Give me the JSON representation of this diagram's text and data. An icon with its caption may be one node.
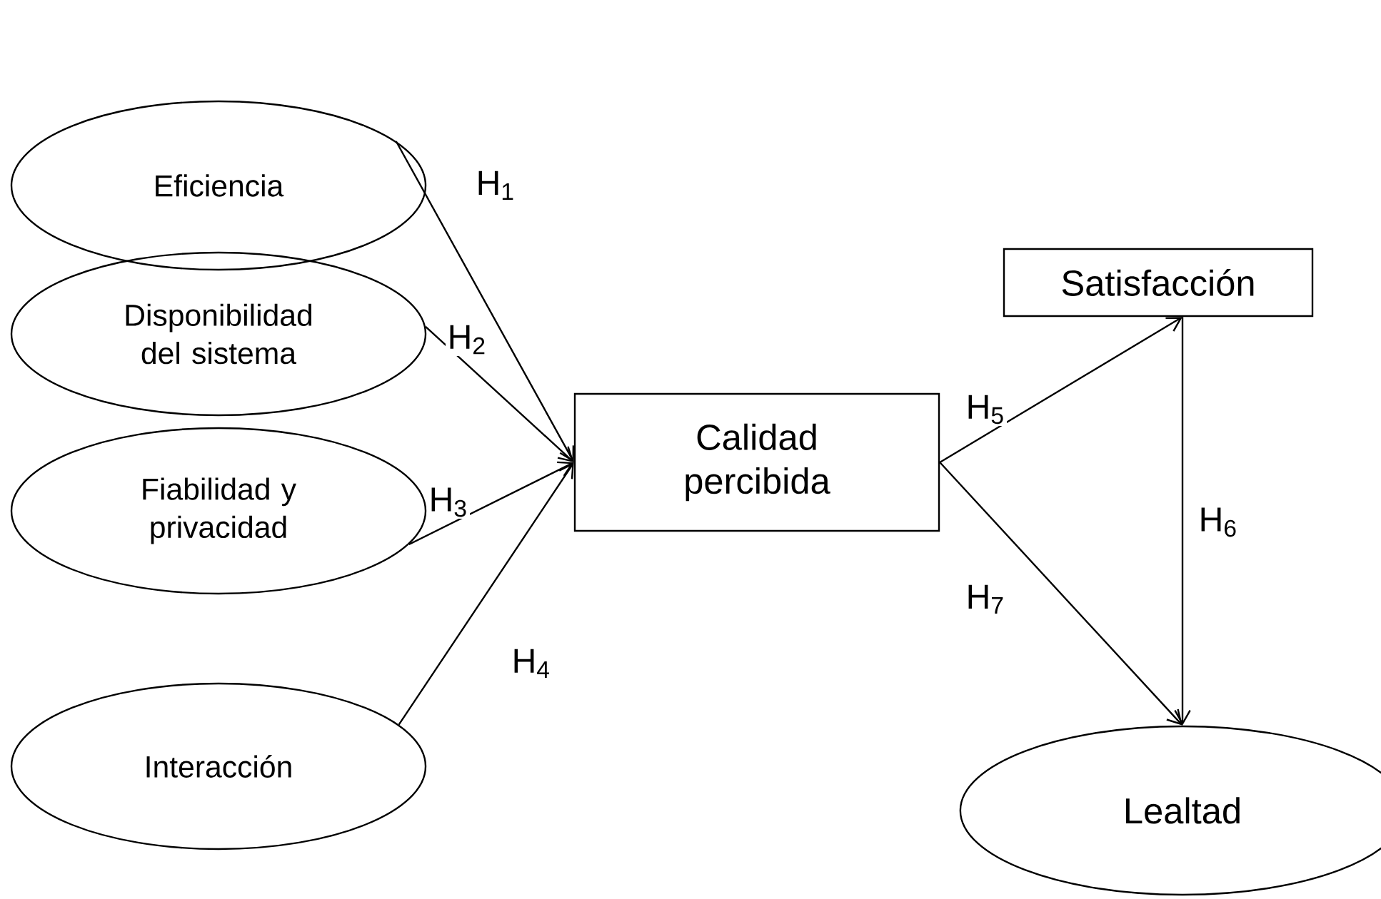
{
  "diagram": {
    "nodes": [
      {
        "text": [
          "Eficiencia"
        ]
      },
      {
        "text": [
          "Disponibilidad del sistema"
        ]
      },
      {
        "text": [
          "Fiabilidad y privacidad"
        ]
      },
      {
        "text": [
          "Interacción"
        ]
      },
      {
        "text": [
          "Calidad percibida"
        ]
      },
      {
        "text": [
          "Satisfacción"
        ]
      },
      {
        "text": [
          "Lealtad"
        ]
      }
    ],
    "edges": [
      {
        "from": 0,
        "to": 4,
        "arrow": "to",
        "label": "H$_{1}$"
      },
      {
        "from": 1,
        "to": 4,
        "arrow": "to",
        "label": "H$_{2}$"
      },
      {
        "from": 2,
        "to": 4,
        "arrow": "to",
        "label": "H$_{3}$"
      },
      {
        "from": 3,
        "to": 4,
        "arrow": "to",
        "label": "H$_{4}$"
      },
      {
        "from": 4,
        "to": 5,
        "arrow": "to",
        "label": "H$_{5}$"
      },
      {
        "from": 5,
        "to": 6,
        "arrow": "to",
        "label": "H$_{6}$"
      },
      {
        "from": 4,
        "to": 6,
        "arrow": "to",
        "label": "H$_{7}$"
      }
    ]
  }
}
